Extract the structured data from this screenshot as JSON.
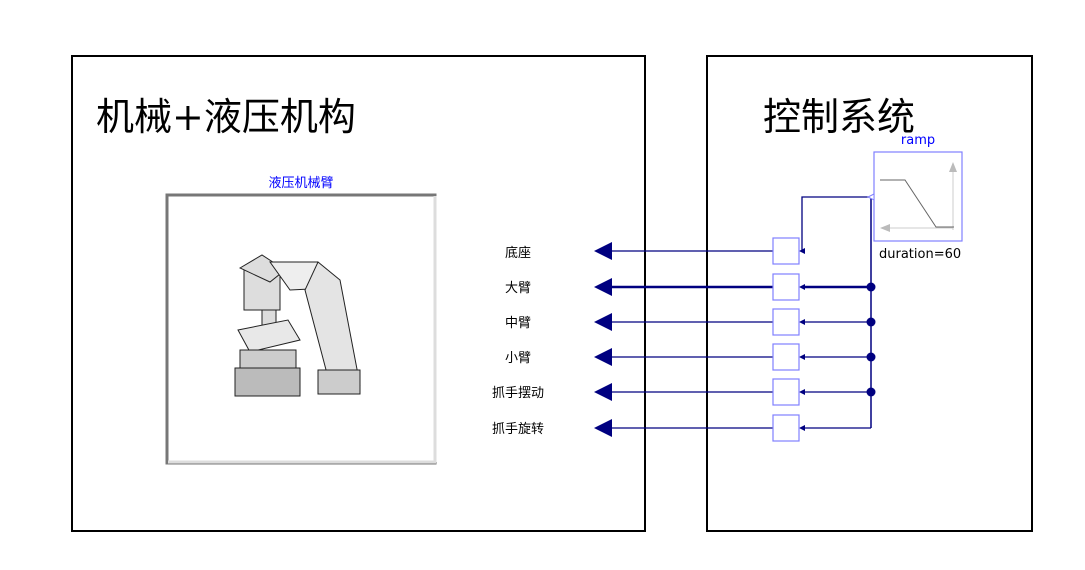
{
  "left_panel": {
    "title": "机械+液压机构",
    "component_name": "液压机械臂"
  },
  "right_panel": {
    "title": "控制系统",
    "ramp": {
      "name": "ramp",
      "parameter": "duration=60"
    }
  },
  "signals": [
    "底座",
    "大臂",
    "中臂",
    "小臂",
    "抓手摆动",
    "抓手旋转"
  ],
  "colors": {
    "connection": "#000080",
    "component_border": "#8080ff",
    "label_blue": "#0000ff"
  }
}
